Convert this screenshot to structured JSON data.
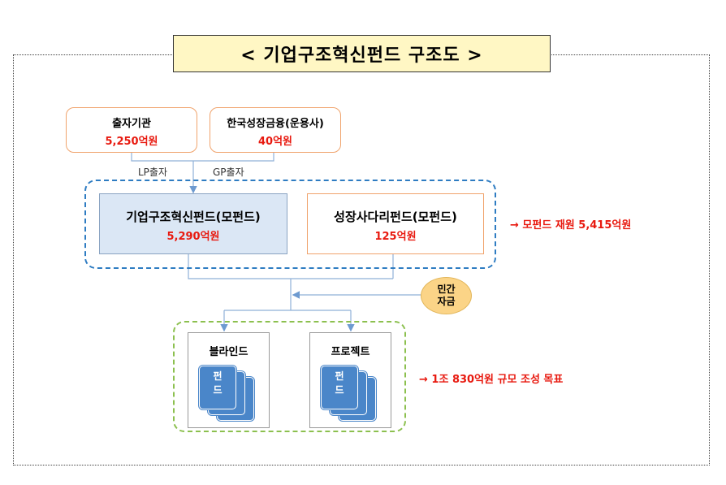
{
  "title": "< 기업구조혁신펀드  구조도 >",
  "investors": [
    {
      "name": "출자기관",
      "amount": "5,250억원"
    },
    {
      "name": "한국성장금융(운용사)",
      "amount": "40억원"
    }
  ],
  "edge_labels": {
    "lp": "LP출자",
    "gp": "GP출자"
  },
  "mother_funds": [
    {
      "name": "기업구조혁신펀드(모펀드)",
      "amount": "5,290억원"
    },
    {
      "name": "성장사다리펀드(모펀드)",
      "amount": "125억원"
    }
  ],
  "notes": {
    "mother_total": "→ 모펀드 재원 5,415억원",
    "target": "→ 1조 830억원 규모 조성 목표"
  },
  "private_capital": {
    "line1": "민간",
    "line2": "자금"
  },
  "sub_funds": [
    {
      "name": "블라인드",
      "card_line1": "펀",
      "card_line2": "드"
    },
    {
      "name": "프로젝트",
      "card_line1": "펀",
      "card_line2": "드"
    }
  ],
  "colors": {
    "red": "#e8190f",
    "blue_dash": "#2e7cc2",
    "green_dash": "#8cc04f",
    "title_bg": "#fff7c4"
  }
}
